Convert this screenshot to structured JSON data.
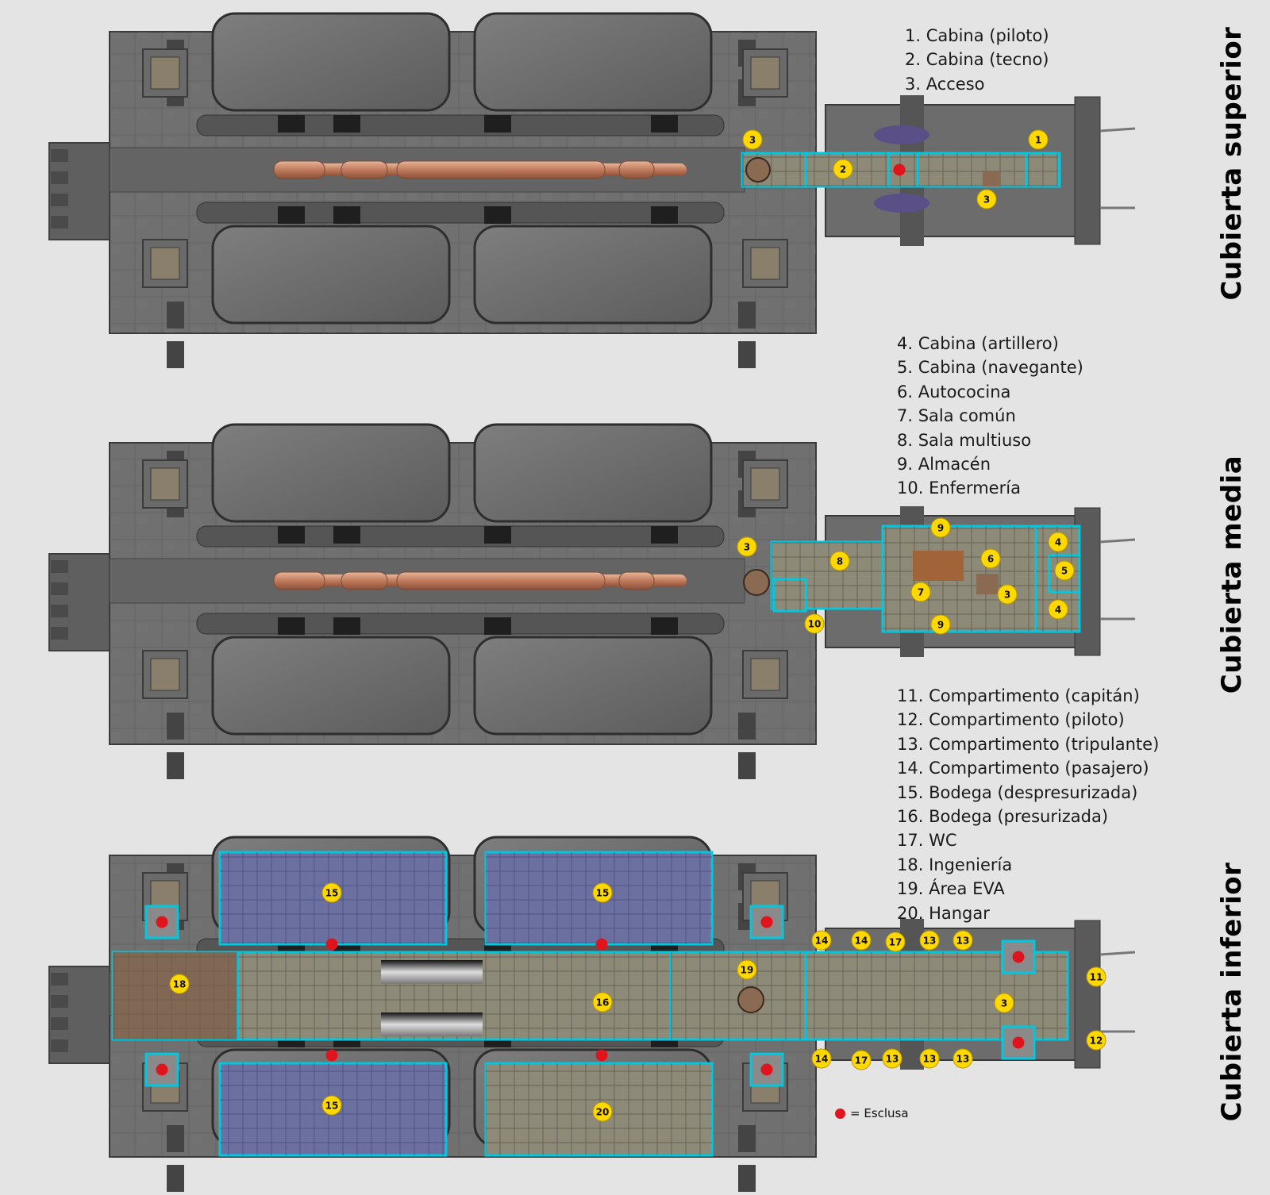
{
  "decks": [
    {
      "id": "superior",
      "title": "Cubierta superior",
      "legend": [
        "1. Cabina (piloto)",
        "2. Cabina (tecno)",
        "3. Acceso"
      ],
      "markers": [
        "3",
        "2",
        "1",
        "3"
      ]
    },
    {
      "id": "media",
      "title": "Cubierta media",
      "legend": [
        "4. Cabina (artillero)",
        "5. Cabina (navegante)",
        "6. Autococina",
        "7. Sala común",
        "8. Sala multiuso",
        "9. Almacén",
        "10. Enfermería"
      ],
      "markers": [
        "3",
        "8",
        "9",
        "9",
        "6",
        "7",
        "3",
        "4",
        "5",
        "4",
        "10"
      ]
    },
    {
      "id": "inferior",
      "title": "Cubierta inferior",
      "legend": [
        "11. Compartimento (capitán)",
        "12. Compartimento (piloto)",
        "13. Compartimento (tripulante)",
        "14. Compartimento (pasajero)",
        "15. Bodega (despresurizada)",
        "16. Bodega (presurizada)",
        "17. WC",
        "18. Ingeniería",
        "19. Área EVA",
        "20. Hangar"
      ],
      "markers": [
        "15",
        "15",
        "15",
        "20",
        "16",
        "18",
        "19",
        "3",
        "14",
        "14",
        "17",
        "13",
        "13",
        "14",
        "17",
        "13",
        "13",
        "13",
        "11",
        "12"
      ]
    }
  ],
  "key": {
    "symbol_color": "#e0141c",
    "label": "= Esclusa"
  },
  "colors": {
    "hull": "#707070",
    "hull_dark": "#555555",
    "pod": "#6c6c6c",
    "outline": "#00c8e0",
    "floor": "#8e8a78",
    "hold": "#6c70a0",
    "marker": "#ffd800",
    "airlock": "#e0141c"
  }
}
